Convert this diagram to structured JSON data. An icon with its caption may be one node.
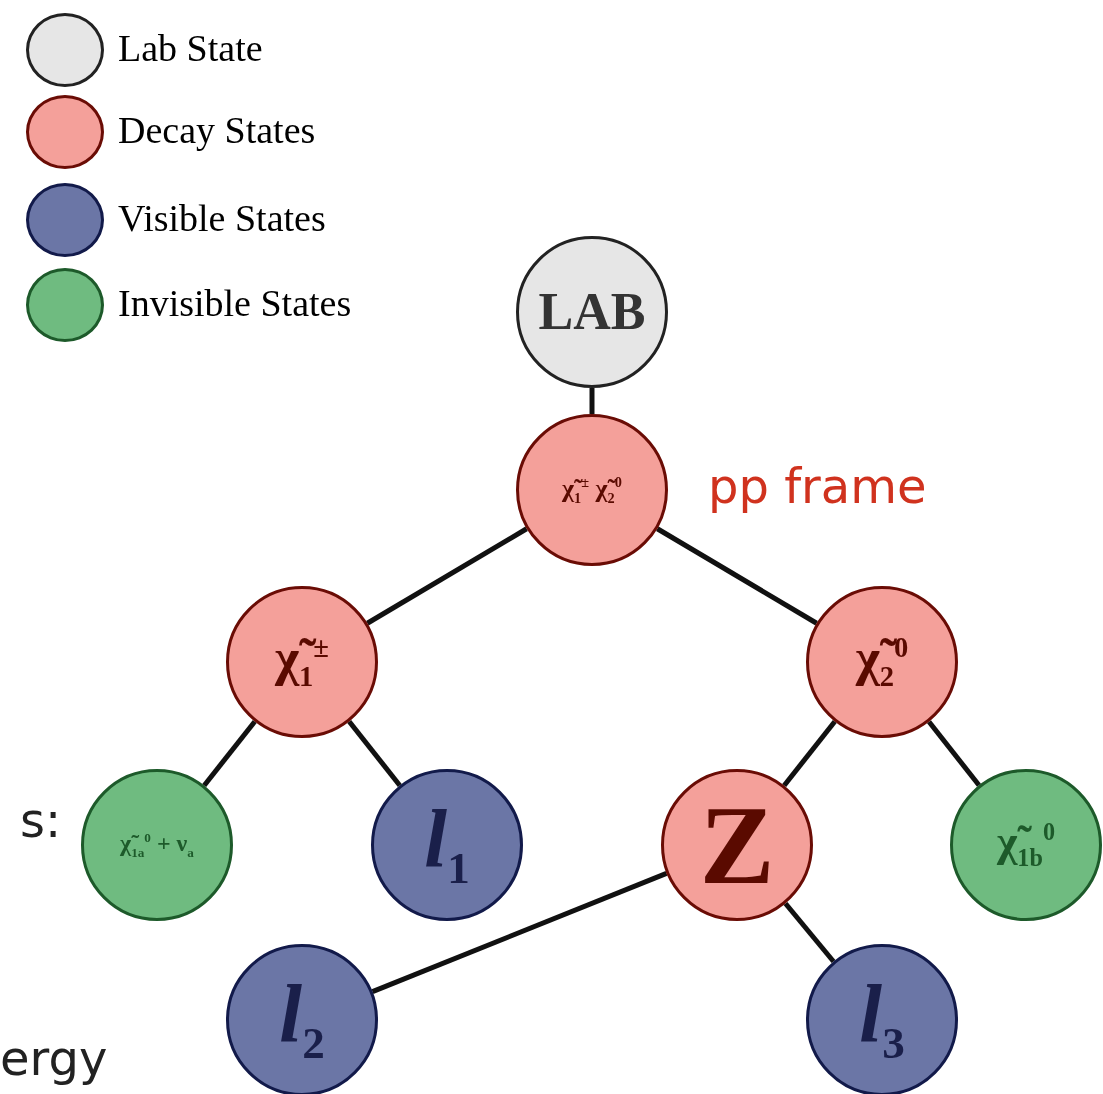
{
  "diagram": {
    "nodes": [
      {
        "text": [
          "LAB"
        ]
      },
      {
        "text": [
          "χ̃$_{1}$$^{±}$ χ̃$_{2}$$^{0}$"
        ],
        "beside": [
          "pp frame"
        ]
      },
      {
        "text": [
          "χ̃$_{1}$$^{±}$"
        ]
      },
      {
        "text": [
          "χ̃$_{2}$$^{0}$"
        ]
      },
      {
        "text": [
          "χ̃$_{1a}$$^{0}$ + ν$_{a}$"
        ]
      },
      {
        "text": [
          "*l*$_{1}$"
        ]
      },
      {
        "text": [
          "Z"
        ]
      },
      {
        "text": [
          "χ̃$_{1b}$$^{0}$"
        ]
      },
      {
        "text": [
          "*l*$_{2}$"
        ]
      },
      {
        "text": [
          "*l*$_{3}$"
        ]
      }
    ],
    "edges": [
      {
        "from": 0,
        "to": 1,
        "arrow": "none"
      },
      {
        "from": 1,
        "to": 2,
        "arrow": "none"
      },
      {
        "from": 1,
        "to": 3,
        "arrow": "none"
      },
      {
        "from": 2,
        "to": 4,
        "arrow": "none"
      },
      {
        "from": 2,
        "to": 5,
        "arrow": "none"
      },
      {
        "from": 3,
        "to": 6,
        "arrow": "none"
      },
      {
        "from": 3,
        "to": 7,
        "arrow": "none"
      },
      {
        "from": 6,
        "to": 8,
        "arrow": "none"
      },
      {
        "from": 6,
        "to": 9,
        "arrow": "none"
      }
    ],
    "labels": [
      "s:",
      "ergy"
    ],
    "legend": [
      {
        "text": "Lab State",
        "color": "#e6e6e6"
      },
      {
        "text": "Decay States",
        "color": "#f4a09a"
      },
      {
        "text": "Visible States",
        "color": "#6b76a6"
      },
      {
        "text": "Invisible States",
        "color": "#6fbb80"
      }
    ]
  }
}
